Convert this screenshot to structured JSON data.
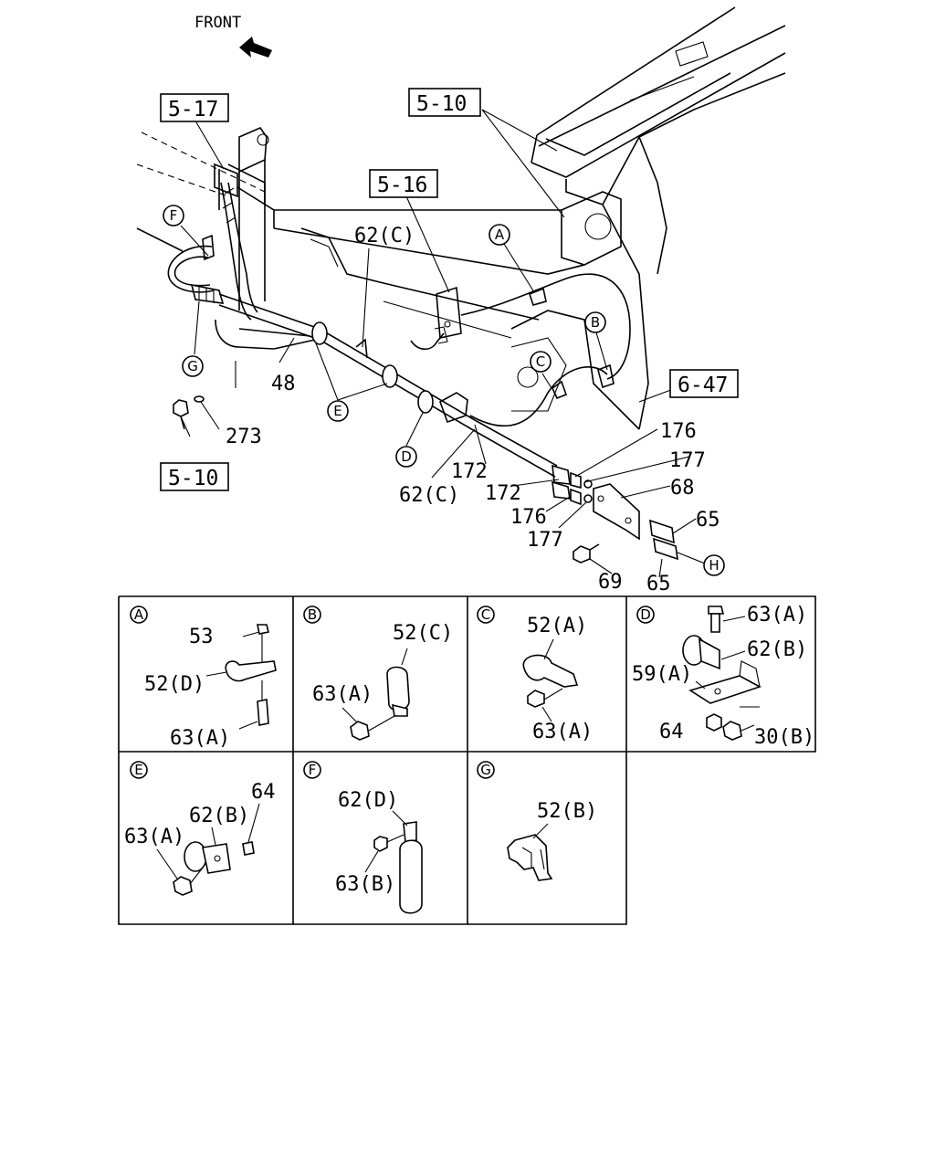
{
  "front_label": "FRONT",
  "refs": {
    "r_5_17": "5-17",
    "r_5_10_top": "5-10",
    "r_5_16": "5-16",
    "r_6_47": "6-47",
    "r_5_10_bottom": "5-10"
  },
  "main_callouts": {
    "c62c_top": "62(C)",
    "c48": "48",
    "c273": "273",
    "c176_a": "176",
    "c177_a": "177",
    "c68": "68",
    "c65_a": "65",
    "c172_a": "172",
    "c172_b": "172",
    "c62c_bottom": "62(C)",
    "c176_b": "176",
    "c177_b": "177",
    "c69": "69",
    "c65_b": "65"
  },
  "main_markers": {
    "F": "F",
    "A": "A",
    "B": "B",
    "C": "C",
    "G": "G",
    "E": "E",
    "D": "D",
    "H": "H"
  },
  "panels": {
    "A": {
      "marker": "A",
      "l1": "53",
      "l2": "52(D)",
      "l3": "63(A)"
    },
    "B": {
      "marker": "B",
      "l1": "52(C)",
      "l2": "63(A)"
    },
    "C": {
      "marker": "C",
      "l1": "52(A)",
      "l2": "63(A)"
    },
    "D": {
      "marker": "D",
      "l1": "63(A)",
      "l2": "62(B)",
      "l3": "59(A)",
      "l4": "64",
      "l5": "30(B)"
    },
    "E": {
      "marker": "E",
      "l1": "64",
      "l2": "62(B)",
      "l3": "63(A)"
    },
    "F": {
      "marker": "F",
      "l1": "62(D)",
      "l2": "63(B)"
    },
    "G": {
      "marker": "G",
      "l1": "52(B)"
    }
  }
}
